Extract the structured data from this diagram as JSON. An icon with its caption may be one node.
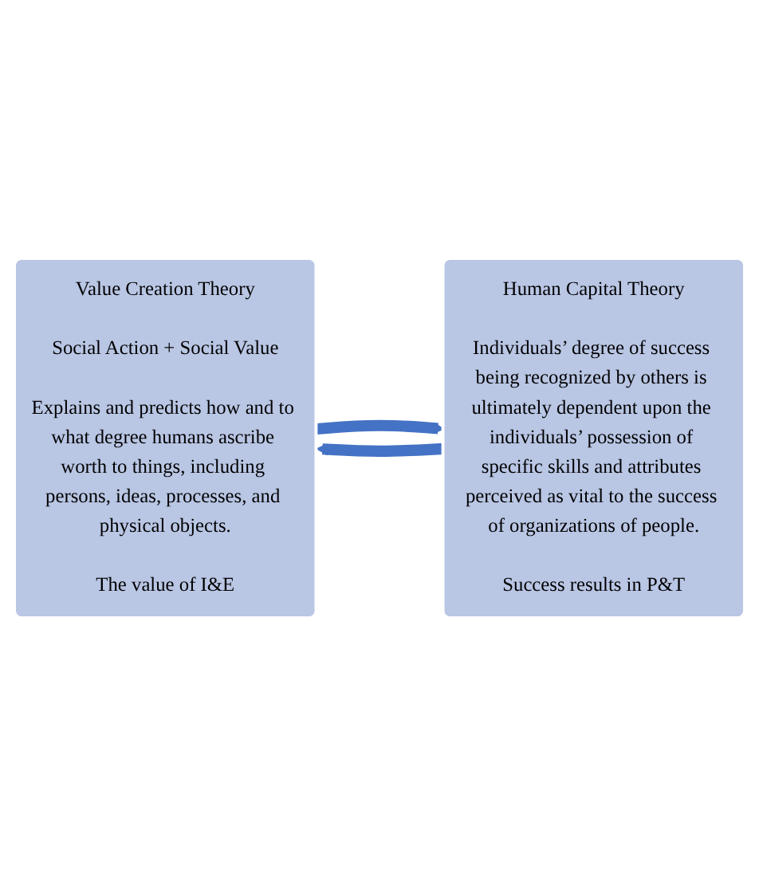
{
  "diagram": {
    "nodes": [
      {
        "text": [
          "Value Creation Theory",
          "Social Action + Social Value",
          "Explains and predicts how and to what degree humans ascribe worth to things, including persons, ideas, processes, and physical objects.",
          "The value of I&E"
        ]
      },
      {
        "text": [
          "Human Capital Theory",
          "Individuals’ degree of success being recognized by others is ultimately dependent upon the individuals’ possession of specific skills and attributes perceived as vital to the success of organizations of people.",
          "Success results in P&T"
        ]
      }
    ],
    "edges": [
      {
        "from": 0,
        "to": 1,
        "arrow": "to"
      },
      {
        "from": 1,
        "to": 0,
        "arrow": "to"
      }
    ]
  }
}
